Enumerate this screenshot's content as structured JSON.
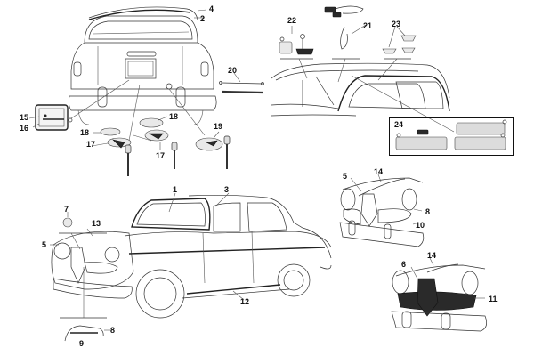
{
  "diagram": {
    "type": "exploded-parts-diagram",
    "subject": "classic sedan body trim, lights, locks and interior fittings",
    "callouts": [
      {
        "id": "c1",
        "label": "1",
        "part": "windscreen"
      },
      {
        "id": "c2",
        "label": "2",
        "part": "rear window"
      },
      {
        "id": "c3",
        "label": "3",
        "part": "door window seal"
      },
      {
        "id": "c4",
        "label": "4",
        "part": "rear window seal"
      },
      {
        "id": "c5a",
        "label": "5",
        "part": "front grille shield"
      },
      {
        "id": "c5b",
        "label": "5",
        "part": "front grille shield (variant)"
      },
      {
        "id": "c6",
        "label": "6",
        "part": "front grille shield (dark variant)"
      },
      {
        "id": "c7",
        "label": "7",
        "part": "badge emblem"
      },
      {
        "id": "c8a",
        "label": "8",
        "part": "headlight trim"
      },
      {
        "id": "c8b",
        "label": "8",
        "part": "headlight trim molding"
      },
      {
        "id": "c9",
        "label": "9",
        "part": "trim insert"
      },
      {
        "id": "c10",
        "label": "10",
        "part": "side grille"
      },
      {
        "id": "c11",
        "label": "11",
        "part": "full-width grille"
      },
      {
        "id": "c12",
        "label": "12",
        "part": "sill molding"
      },
      {
        "id": "c13",
        "label": "13",
        "part": "bonnet molding"
      },
      {
        "id": "c14a",
        "label": "14",
        "part": "bonnet trim strip"
      },
      {
        "id": "c14b",
        "label": "14",
        "part": "bonnet trim strip"
      },
      {
        "id": "c15",
        "label": "15",
        "part": "license plate light"
      },
      {
        "id": "c16",
        "label": "16",
        "part": "license plate light lens"
      },
      {
        "id": "c17a",
        "label": "17",
        "part": "boot lock"
      },
      {
        "id": "c17b",
        "label": "17",
        "part": "boot handle lock"
      },
      {
        "id": "c18a",
        "label": "18",
        "part": "lock gasket"
      },
      {
        "id": "c18b",
        "label": "18",
        "part": "handle gasket"
      },
      {
        "id": "c19",
        "label": "19",
        "part": "fuel filler cap with lock"
      },
      {
        "id": "c20",
        "label": "20",
        "part": "boot lid strut"
      },
      {
        "id": "c21",
        "label": "21",
        "part": "interior light wiring"
      },
      {
        "id": "c22",
        "label": "22",
        "part": "coat hooks"
      },
      {
        "id": "c23",
        "label": "23",
        "part": "interior light lenses"
      },
      {
        "id": "c24",
        "label": "24",
        "part": "sun visors"
      }
    ]
  }
}
